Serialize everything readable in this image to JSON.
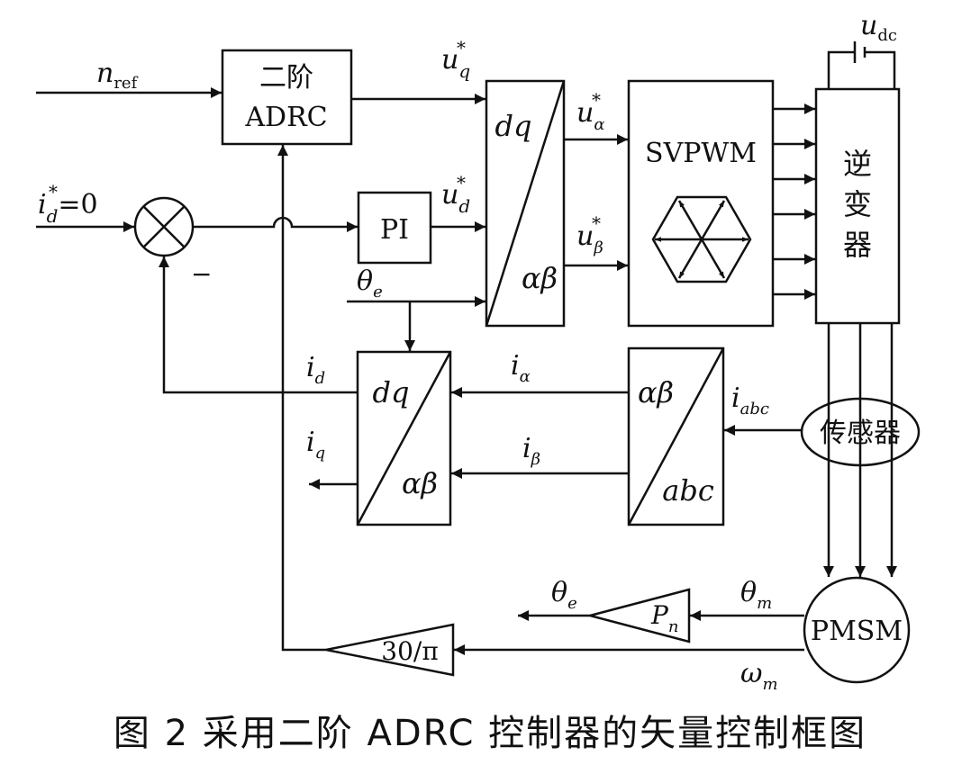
{
  "blocks": {
    "adrc_line1": "二阶",
    "adrc_line2": "ADRC",
    "pi": "PI",
    "park1_top": "dq",
    "park1_bottom": "αβ",
    "svpwm": "SVPWM",
    "inverter_chars": [
      "逆",
      "变",
      "器"
    ],
    "park2_top": "dq",
    "park2_bottom": "αβ",
    "clarke_top": "αβ",
    "clarke_bottom": "abc",
    "sensor": "传感器",
    "motor": "PMSM",
    "pn_main": "P",
    "pn_sub": "n",
    "speed_gain": "30/π"
  },
  "signals": {
    "n_ref": {
      "main": "n",
      "sub": "ref"
    },
    "uq_star": {
      "main": "u",
      "sub": "q",
      "sup": "*"
    },
    "id_star": {
      "main": "i",
      "sub": "d",
      "sup": "*",
      "tail": "=0"
    },
    "ud_star": {
      "main": "u",
      "sub": "d",
      "sup": "*"
    },
    "theta_e_in": {
      "main": "θ",
      "sub": "e"
    },
    "ualpha_star": {
      "main": "u",
      "sub": "α",
      "sup": "*"
    },
    "ubeta_star": {
      "main": "u",
      "sub": "β",
      "sup": "*"
    },
    "udc": {
      "main": "u",
      "sub": "dc"
    },
    "id": {
      "main": "i",
      "sub": "d"
    },
    "iq": {
      "main": "i",
      "sub": "q"
    },
    "ialpha": {
      "main": "i",
      "sub": "α"
    },
    "ibeta": {
      "main": "i",
      "sub": "β"
    },
    "iabc": {
      "main": "i",
      "sub": "abc"
    },
    "theta_e_out": {
      "main": "θ",
      "sub": "e"
    },
    "theta_m": {
      "main": "θ",
      "sub": "m"
    },
    "omega_m": {
      "main": "ω",
      "sub": "m"
    },
    "minus": "−"
  },
  "caption": "图 2   采用二阶 ADRC 控制器的矢量控制框图"
}
